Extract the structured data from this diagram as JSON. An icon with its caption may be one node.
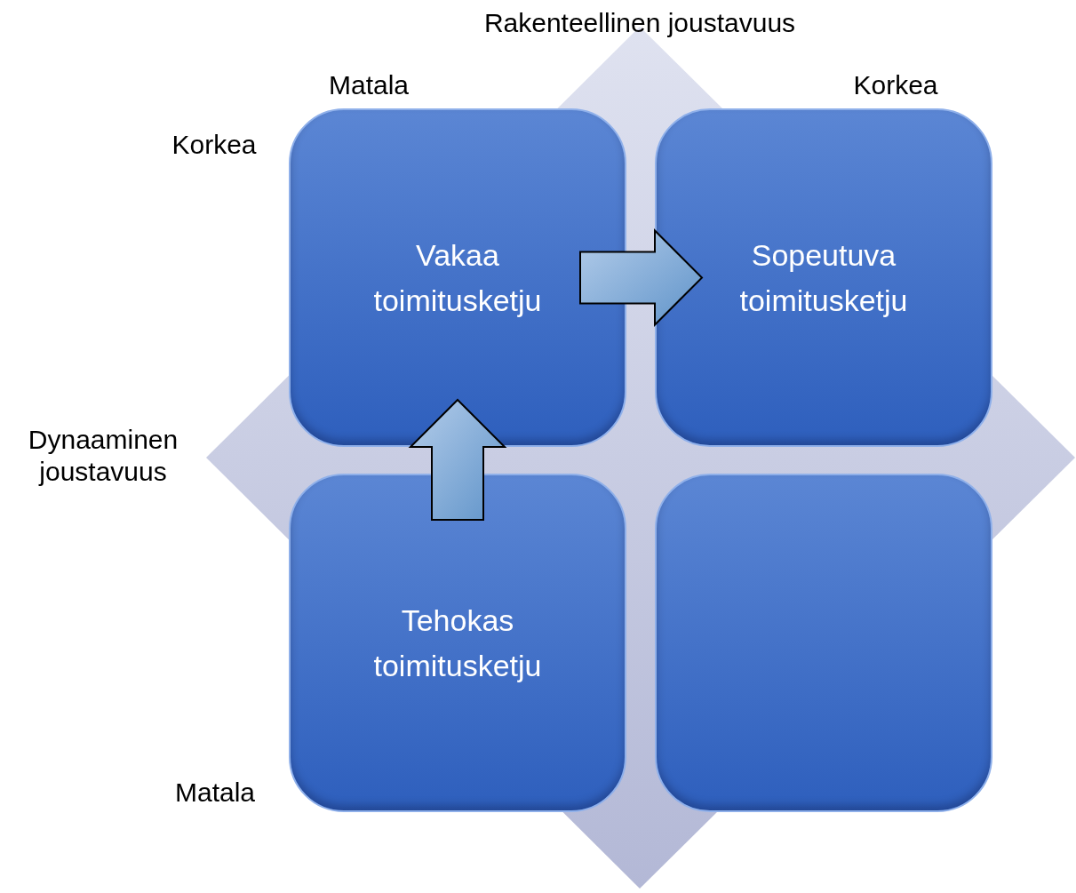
{
  "diagram": {
    "nodes": [
      {
        "text": [
          "Vakaa toimitusketju"
        ]
      },
      {
        "text": [
          "Sopeutuva toimitusketju"
        ]
      },
      {
        "text": [
          "Tehokas toimitusketju"
        ]
      },
      {
        "text": [],
        "shape": "box"
      }
    ],
    "edges": [
      {
        "from": 2,
        "to": 0,
        "arrow": "to"
      },
      {
        "from": 0,
        "to": 1,
        "arrow": "to"
      }
    ],
    "labels": [
      "Rakenteellinen joustavuus",
      "Matala",
      "Korkea",
      "Korkea",
      "Dynaaminen joustavuus",
      "Matala"
    ]
  }
}
